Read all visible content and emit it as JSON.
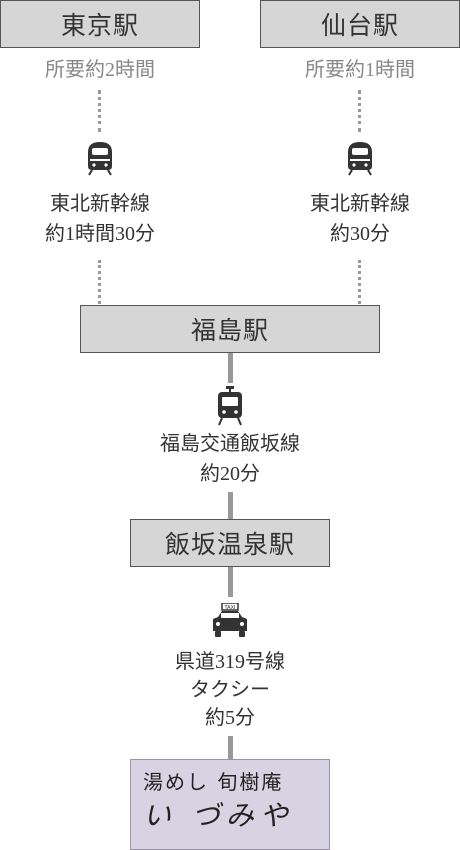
{
  "top_left": {
    "station": "東京駅",
    "duration": "所要約2時間",
    "line": "東北新幹線",
    "time": "約1時間30分"
  },
  "top_right": {
    "station": "仙台駅",
    "duration": "所要約1時間",
    "line": "東北新幹線",
    "time": "約30分"
  },
  "fukushima": {
    "station": "福島駅"
  },
  "iizaka_line": {
    "line": "福島交通飯坂線",
    "time": "約20分"
  },
  "iizaka": {
    "station": "飯坂温泉駅"
  },
  "taxi": {
    "route": "県道319号線",
    "mode": "タクシー",
    "time": "約5分",
    "sign": "TAXI"
  },
  "destination": {
    "line1": "湯めし 旬樹庵",
    "line2": "い づみや"
  },
  "icons": [
    "shinkansen-icon",
    "train-icon",
    "taxi-icon"
  ],
  "colors": {
    "station_fill": "#d6d6d6",
    "destination_fill": "#d8d3e2",
    "connector": "#999999"
  }
}
